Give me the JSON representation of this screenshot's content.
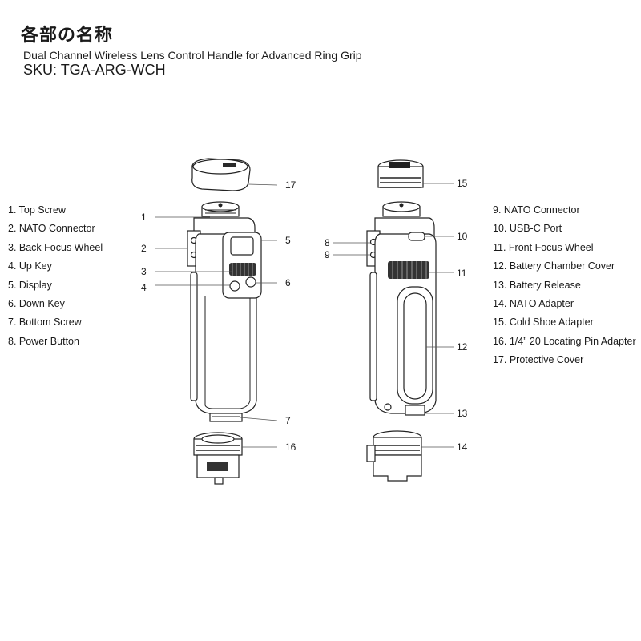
{
  "header": {
    "title": "各部の名称",
    "subtitle": "Dual Channel Wireless Lens Control Handle for Advanced Ring Grip",
    "sku": "SKU: TGA-ARG-WCH"
  },
  "legend_left": [
    "1. Top Screw",
    "2. NATO Connector",
    "3. Back Focus Wheel",
    "4. Up Key",
    "5. Display",
    "6. Down Key",
    "7. Bottom Screw",
    "8. Power Button"
  ],
  "legend_right": [
    "9. NATO  Connector",
    "10. USB-C Port",
    "11. Front Focus Wheel",
    "12. Battery Chamber Cover",
    "13. Battery Release",
    "14. NATO Adapter",
    "15. Cold Shoe Adapter",
    "16. 1/4” 20 Locating Pin Adapter",
    "17. Protective Cover"
  ],
  "callouts": {
    "c1": "1",
    "c2": "2",
    "c3": "3",
    "c4": "4",
    "c5": "5",
    "c6": "6",
    "c7": "7",
    "c8": "8",
    "c9": "9",
    "c10": "10",
    "c11": "11",
    "c12": "12",
    "c13": "13",
    "c14": "14",
    "c15": "15",
    "c16": "16",
    "c17": "17"
  }
}
